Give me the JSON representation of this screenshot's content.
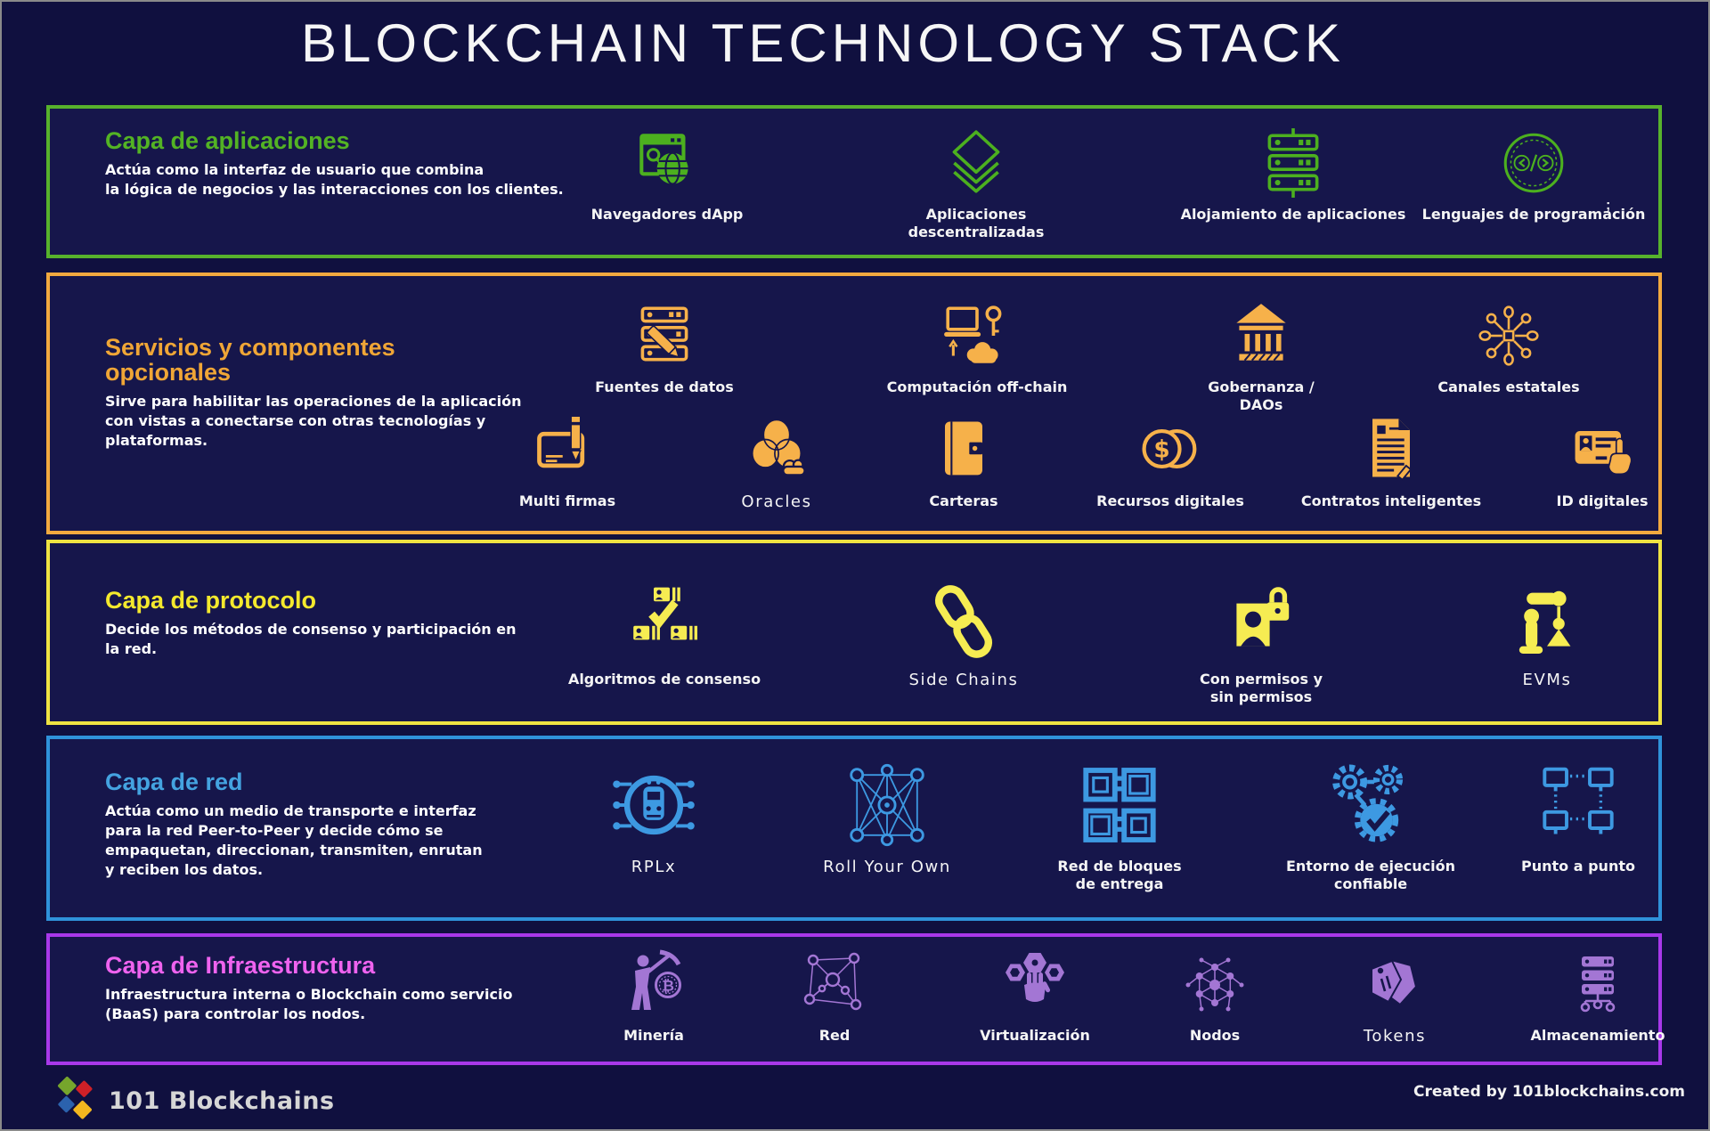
{
  "title": "BLOCKCHAIN TECHNOLOGY STACK",
  "stray_semicolon": ";",
  "sections": [
    {
      "id": "aplicaciones",
      "heading": "Capa de aplicaciones",
      "description": "Actúa como la interfaz de usuario que combina\nla lógica de negocios y las interacciones con los clientes.",
      "colors": {
        "border": "#57b22c",
        "heading": "#53b324",
        "icon": "#4cb01f"
      },
      "rows": [
        [
          {
            "label": "Navegadores dApp",
            "icon": "dapp-browser"
          },
          {
            "label": "Aplicaciones descentralizadas",
            "icon": "decentralized-apps"
          },
          {
            "label": "Alojamiento de aplicaciones",
            "icon": "app-hosting"
          },
          {
            "label": "Lenguajes de programación",
            "icon": "programming-languages"
          }
        ]
      ]
    },
    {
      "id": "servicios",
      "heading": "Servicios y componentes\nopcionales",
      "description": "Sirve para habilitar las operaciones de la aplicación\n con vistas a conectarse con otras tecnologías y\nplataformas.",
      "colors": {
        "border": "#f2a93f",
        "heading": "#f0a636",
        "icon": "#f6b14a"
      },
      "rows": [
        [
          {
            "label": "Fuentes de datos",
            "icon": "data-sources"
          },
          {
            "label": "Computación off-chain",
            "icon": "off-chain-computation"
          },
          {
            "label": "Gobernanza /\nDAOs",
            "icon": "governance-daos"
          },
          {
            "label": "Canales estatales",
            "icon": "state-channels"
          }
        ],
        [
          {
            "label": "Multi firmas",
            "icon": "multi-signatures"
          },
          {
            "label": "Oracles",
            "icon": "oracles",
            "wide": true
          },
          {
            "label": "Carteras",
            "icon": "wallets"
          },
          {
            "label": "Recursos digitales",
            "icon": "digital-assets"
          },
          {
            "label": "Contratos inteligentes",
            "icon": "smart-contracts"
          },
          {
            "label": "ID digitales",
            "icon": "digital-ids"
          }
        ]
      ]
    },
    {
      "id": "protocolo",
      "heading": "Capa de protocolo",
      "description": "Decide los métodos de consenso y participación en\nla red.",
      "colors": {
        "border": "#efe342",
        "heading": "#f4e92d",
        "icon": "#f6ec52"
      },
      "rows": [
        [
          {
            "label": "Algoritmos de consenso",
            "icon": "consensus-algorithms"
          },
          {
            "label": "Side Chains",
            "icon": "side-chains",
            "wide": true
          },
          {
            "label": "Con permisos y\nsin permisos",
            "icon": "permissioned"
          },
          {
            "label": "EVMs",
            "icon": "evms",
            "wide": true
          }
        ]
      ]
    },
    {
      "id": "red",
      "heading": "Capa de red",
      "description": "Actúa como un medio de transporte e interfaz\npara la red Peer-to-Peer y decide cómo se\nempaquetan, direccionan, transmiten, enrutan\ny reciben los datos.",
      "colors": {
        "border": "#2f92da",
        "heading": "#44a3e0",
        "icon": "#3d99e2"
      },
      "rows": [
        [
          {
            "label": "RPLx",
            "icon": "rplx",
            "wide": true
          },
          {
            "label": "Roll Your Own",
            "icon": "roll-your-own",
            "wide": true
          },
          {
            "label": "Red de bloques\nde entrega",
            "icon": "block-delivery"
          },
          {
            "label": "Entorno de ejecución\nconfiable",
            "icon": "trusted-execution"
          },
          {
            "label": "Punto a punto",
            "icon": "point-to-point"
          }
        ]
      ]
    },
    {
      "id": "infraestructura",
      "heading": "Capa de Infraestructura",
      "description": "Infraestructura interna o Blockchain como servicio\n(BaaS) para controlar los nodos.",
      "colors": {
        "border": "#a838ea",
        "heading": "#ef63ef",
        "icon": "#a376d4"
      },
      "rows": [
        [
          {
            "label": "Minería",
            "icon": "mining"
          },
          {
            "label": "Red",
            "icon": "network"
          },
          {
            "label": "Virtualización",
            "icon": "virtualization"
          },
          {
            "label": "Nodos",
            "icon": "nodes"
          },
          {
            "label": "Tokens",
            "icon": "tokens",
            "wide": true
          },
          {
            "label": "Almacenamiento",
            "icon": "storage"
          }
        ]
      ]
    }
  ],
  "footer": {
    "logo_text": "101 Blockchains",
    "credit": "Created by 101blockchains.com",
    "logo_colors": [
      "#76a52c",
      "#cf2027",
      "#2b62ad",
      "#f3b71f"
    ]
  }
}
